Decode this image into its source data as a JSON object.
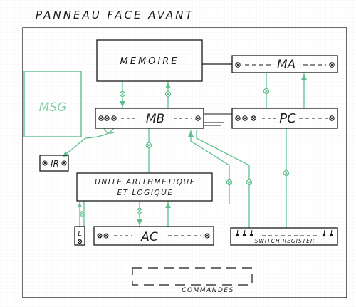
{
  "title": "PANNEAU FACE AVANT",
  "blocks": {
    "memoire": "MEMOIRE",
    "ma": "MA",
    "msg": "MSG",
    "mb": "MB",
    "pc": "PC",
    "ir": "IR",
    "ual_line1": "UNITE ARITHMETIQUE",
    "ual_line2": "ET LOGIQUE",
    "l": "L",
    "ac": "AC",
    "switch_register": "SWITCH REGISTER",
    "commandes": "COMMANDES"
  },
  "colors": {
    "ink": "#1a1a1a",
    "green": "#5fbf8f",
    "msg_text": "#7fd0a6",
    "grid": "#e9ece9",
    "paper": "#ffffff"
  }
}
